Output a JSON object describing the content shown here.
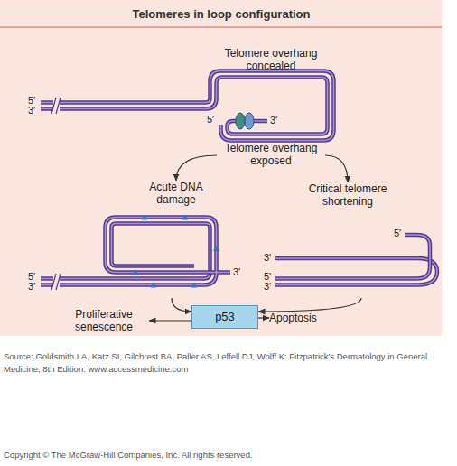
{
  "diagram": {
    "title": "Telomeres in loop configuration",
    "nodes": [
      {
        "text": [
          "Telomere overhang concealed",
          "Telomere overhang exposed"
        ]
      },
      {
        "text": [
          "Acute DNA damage"
        ]
      },
      {
        "text": [
          "Critical telomere shortening"
        ]
      },
      {
        "text": [
          "p53"
        ]
      },
      {
        "text": [
          "Proliferative senescence"
        ]
      },
      {
        "text": [
          "Apoptosis"
        ]
      }
    ],
    "edges": [
      {
        "from": 0,
        "to": 1,
        "arrow": "to"
      },
      {
        "from": 0,
        "to": 2,
        "arrow": "to"
      },
      {
        "from": 1,
        "to": 3,
        "arrow": "to"
      },
      {
        "from": 2,
        "to": 3,
        "arrow": "to"
      },
      {
        "from": 3,
        "to": 4,
        "arrow": "to"
      },
      {
        "from": 3,
        "to": 5,
        "arrow": "to"
      }
    ],
    "labels": [
      "5′",
      "3′",
      "5′",
      "3′",
      "3′",
      "5′",
      "3′",
      "5′",
      "3′",
      "5′",
      "3′",
      "Source: Goldsmith LA, Katz SI, Gilchrest BA, Paller AS, Leffell DJ, Wolff K: Fitzpatrick's Dermatology in General Medicine, 8th Edition: www.accessmedicine.com",
      "Copyright © The McGraw-Hill Companies, Inc. All rights reserved."
    ]
  }
}
